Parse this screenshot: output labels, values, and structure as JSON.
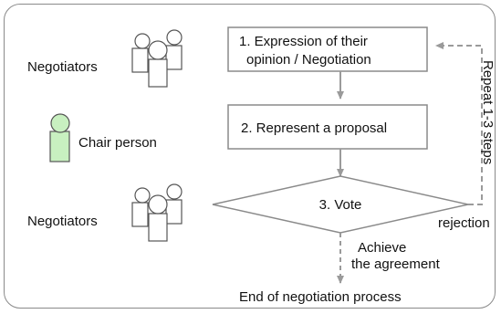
{
  "roles": {
    "negotiators_top": "Negotiators",
    "chair_person": "Chair person",
    "negotiators_bottom": "Negotiators"
  },
  "steps": {
    "step1_line1": "1. Expression of their",
    "step1_line2": "opinion / Negotiation",
    "step2": "2. Represent a proposal",
    "step3": "3. Vote"
  },
  "labels": {
    "repeat": "Repeat 1-3 steps",
    "rejection": "rejection",
    "achieve_line1": "Achieve",
    "achieve_line2": "the agreement",
    "end": "End of negotiation process"
  },
  "colors": {
    "person_fill": "#ffffff",
    "chair_fill": "#c8f0c0",
    "arrow": "#9a9a9a",
    "box_border": "#8a8a8a"
  }
}
